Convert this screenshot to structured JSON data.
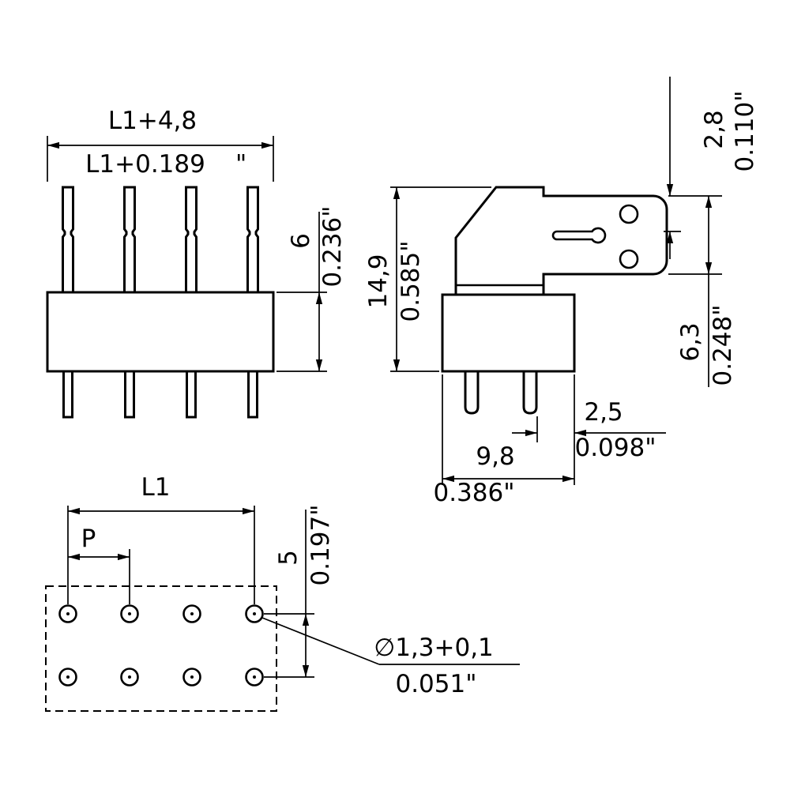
{
  "drawing": {
    "front": {
      "width_mm": "L1+4,8",
      "width_inch": "L1+0.189",
      "width_inch_mark": "\"",
      "height_mm": "6",
      "height_inch": "0.236\""
    },
    "side": {
      "height_mm": "14,9",
      "height_inch": "0.585\"",
      "tab_offset_mm": "2,8",
      "tab_offset_inch": "0.110\"",
      "tab_height_mm": "6,3",
      "tab_height_inch": "0.248\"",
      "pin_edge_mm": "2,5",
      "pin_edge_inch": "0.098\"",
      "depth_mm": "9,8",
      "depth_inch": "0.386\""
    },
    "footprint": {
      "length_label": "L1",
      "pitch_label": "P",
      "row_mm": "5",
      "row_inch": "0.197\"",
      "dia_mm": "∅1,3+0,1",
      "dia_inch": "0.051\""
    }
  }
}
